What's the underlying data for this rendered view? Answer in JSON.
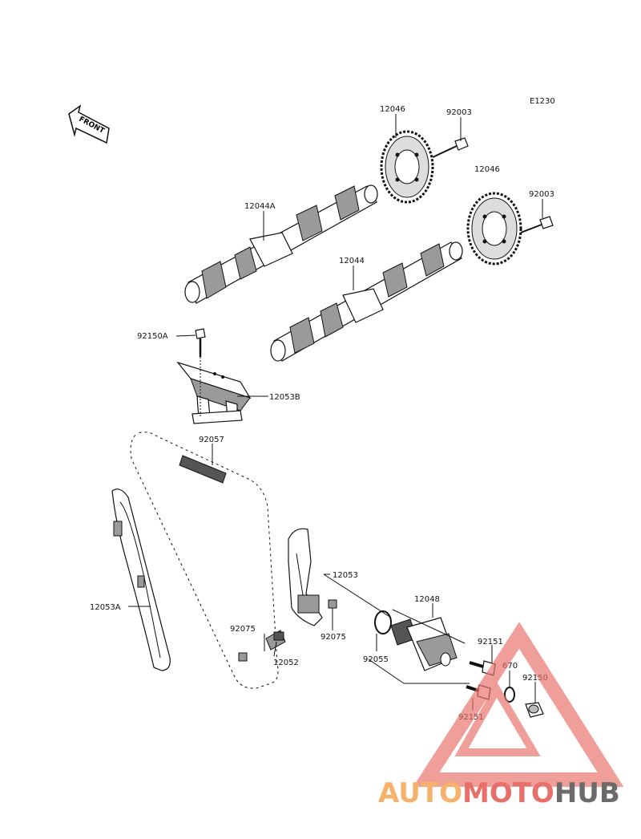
{
  "diagram": {
    "code": "E1230",
    "front_label": "FRONT",
    "parts": {
      "sprocket_top": "12046",
      "bolt_top": "92003",
      "sprocket_right": "12046",
      "bolt_right": "92003",
      "camshaft_a": "12044A",
      "camshaft_b": "12044",
      "bolt_guide": "92150A",
      "guide_top": "12053B",
      "chain": "92057",
      "guide_left": "12053A",
      "tensioner_guide": "12053",
      "tensioner": "12048",
      "damper_left": "92075",
      "damper_right": "92075",
      "pivot": "12052",
      "oring_a": "92055",
      "bolt_upper": "92151",
      "gasket": "670",
      "cap_bolt": "92150",
      "bolt_lower": "92151"
    }
  },
  "watermark": {
    "part1": "AUTO",
    "part2": "MOTO",
    "part3": "HUB",
    "color1": "#f6b26b",
    "color2": "#e8706b",
    "color3": "#6b6b6b"
  }
}
